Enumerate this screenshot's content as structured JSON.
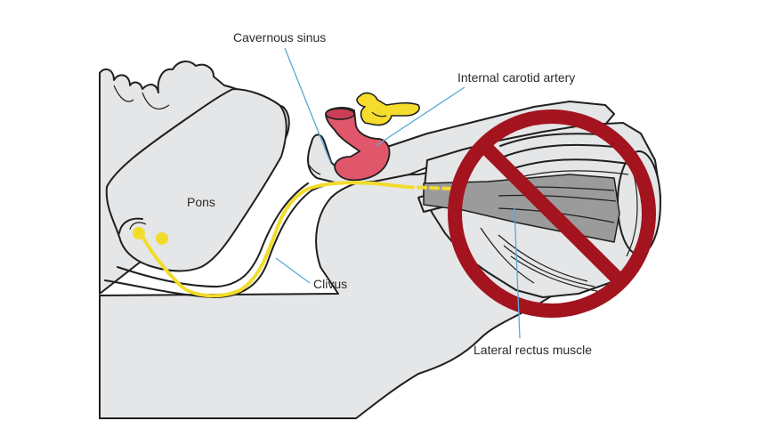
{
  "labels": {
    "cavernous_sinus": "Cavernous sinus",
    "internal_carotid_artery": "Internal carotid artery",
    "pons": "Pons",
    "clivus": "Clivus",
    "lateral_rectus_muscle": "Lateral rectus muscle"
  },
  "colors": {
    "tissue_gray": "#e5e6e7",
    "outline": "#1f1f1f",
    "abducens_nerve": "#f2dc2b",
    "carotid_artery": "#e0566a",
    "pituitary": "#f6dc2c",
    "lateral_rectus": "#9b9b9b",
    "prohibition_sign": "#a3141f",
    "leader_line": "#5aa9d6"
  },
  "icons": {
    "prohibition": "prohibition-sign-icon"
  }
}
